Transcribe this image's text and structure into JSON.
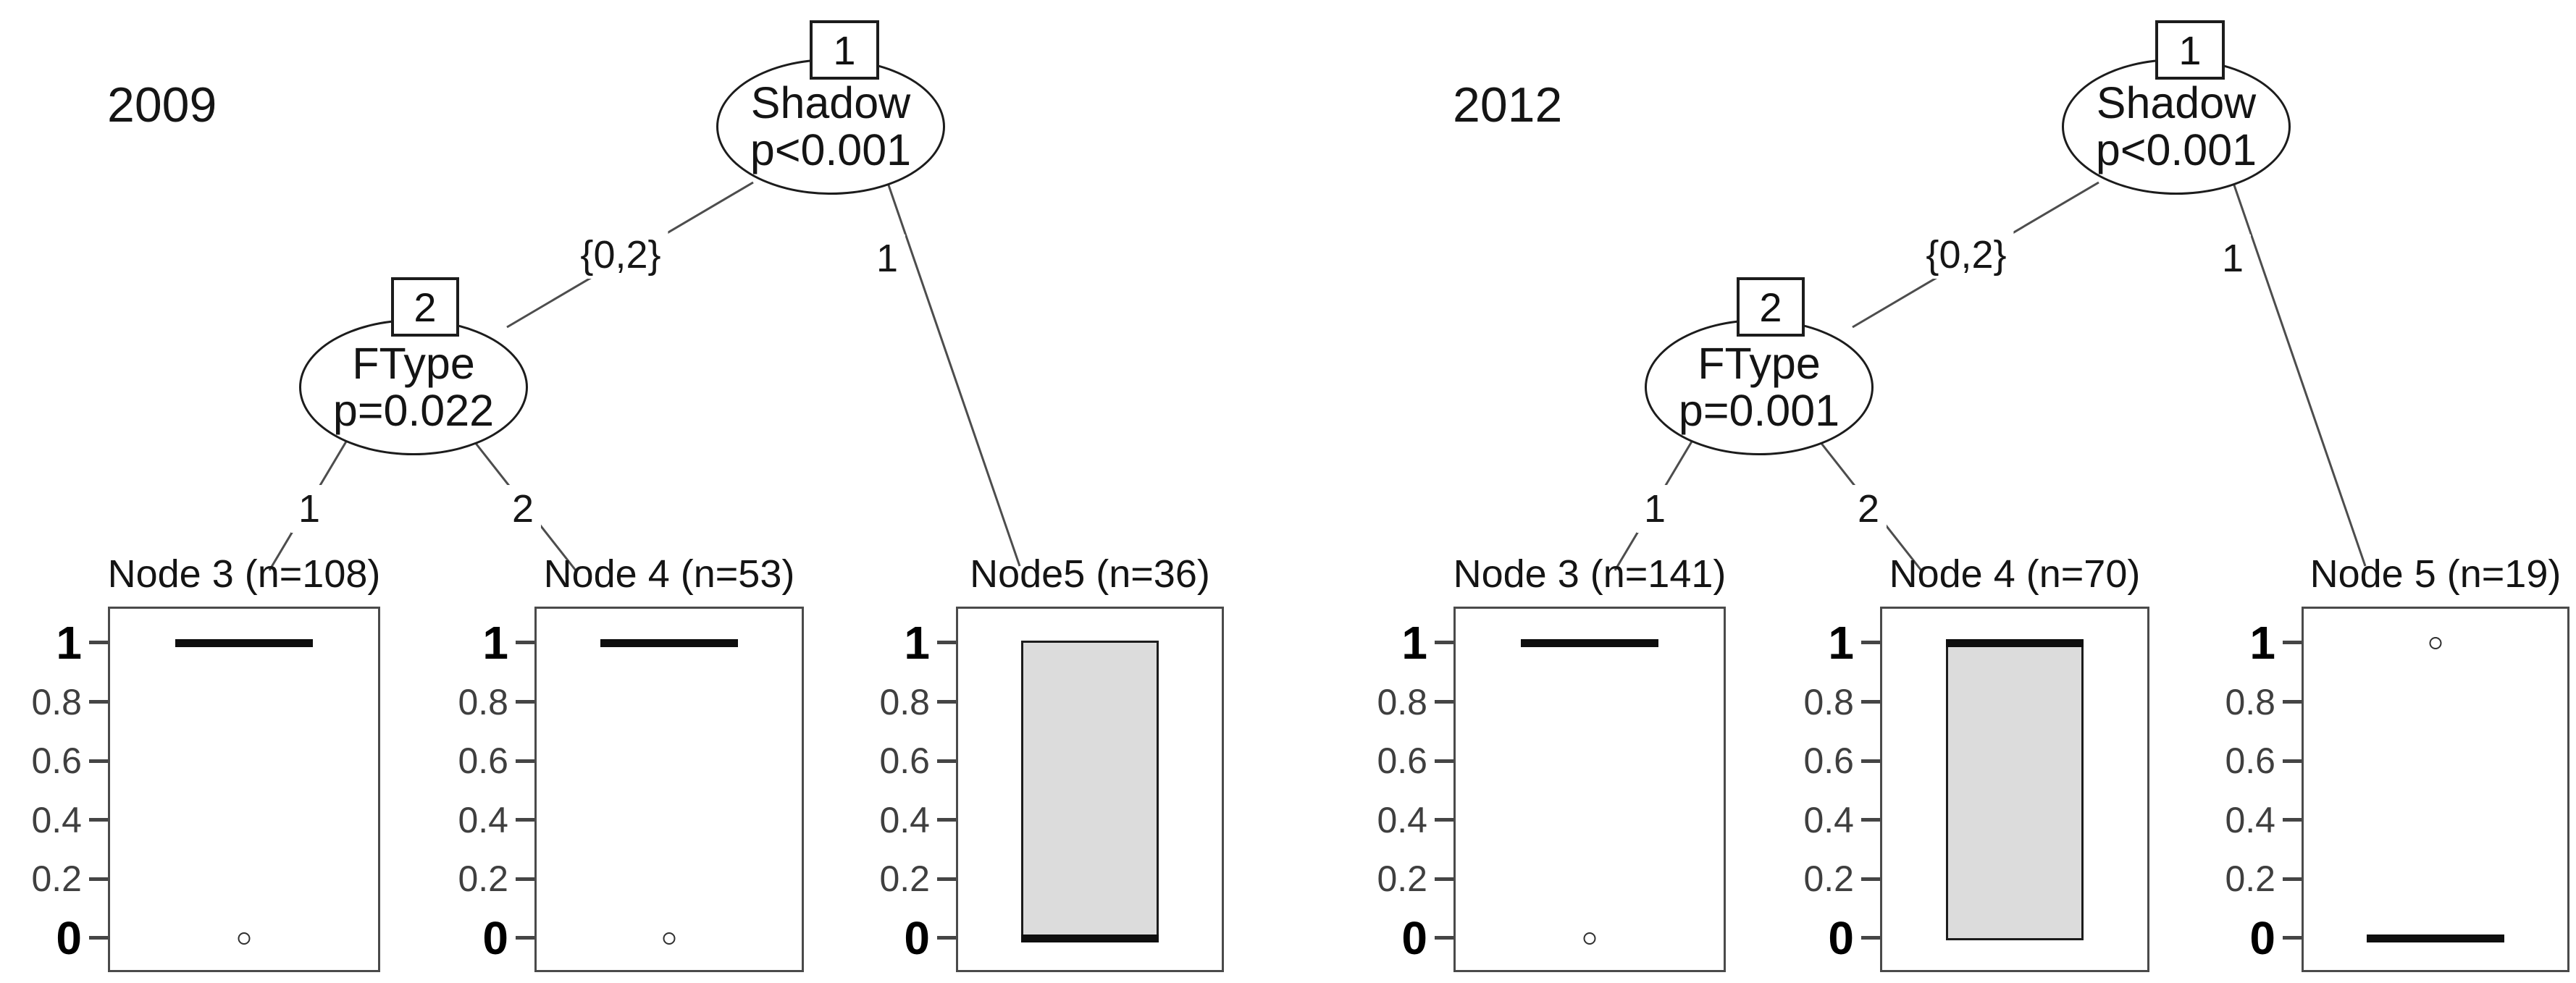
{
  "figure": {
    "axis_ticks": [
      {
        "label": "1",
        "value": 1,
        "major": true
      },
      {
        "label": "0.8",
        "value": 0.8,
        "major": false
      },
      {
        "label": "0.6",
        "value": 0.6,
        "major": false
      },
      {
        "label": "0.4",
        "value": 0.4,
        "major": false
      },
      {
        "label": "0.2",
        "value": 0.2,
        "major": false
      },
      {
        "label": "0",
        "value": 0,
        "major": true
      }
    ],
    "trees": [
      {
        "year": "2009",
        "node1": {
          "id": "1",
          "variable": "Shadow",
          "p": "p<0.001"
        },
        "node2": {
          "id": "2",
          "variable": "FType",
          "p": "p=0.022"
        },
        "edge_labels": {
          "to_node2": "{0,2}",
          "to_node5": "1",
          "to_node3": "1",
          "to_node4": "2"
        },
        "node3": {
          "title": "Node 3 (n=108)"
        },
        "node4": {
          "title": "Node 4 (n=53)"
        },
        "node5": {
          "title": "Node5 (n=36)"
        }
      },
      {
        "year": "2012",
        "node1": {
          "id": "1",
          "variable": "Shadow",
          "p": "p<0.001"
        },
        "node2": {
          "id": "2",
          "variable": "FType",
          "p": "p=0.001"
        },
        "edge_labels": {
          "to_node2": "{0,2}",
          "to_node5": "1",
          "to_node3": "1",
          "to_node4": "2"
        },
        "node3": {
          "title": "Node 3 (n=141)"
        },
        "node4": {
          "title": "Node 4 (n=70)"
        },
        "node5": {
          "title": "Node 5 (n=19)"
        }
      }
    ]
  },
  "chart_data": [
    {
      "type": "boxplot",
      "title": "2009",
      "tree_type": "conditional inference tree",
      "root_node": {
        "id": 1,
        "variable": "Shadow",
        "p_value": "p<0.001",
        "branches": [
          {
            "label": "{0,2}",
            "to": "node 2"
          },
          {
            "label": "1",
            "to": "node 5"
          }
        ]
      },
      "split_node": {
        "id": 2,
        "variable": "FType",
        "p_value": "p=0.022",
        "branches": [
          {
            "label": "1",
            "to": "node 3"
          },
          {
            "label": "2",
            "to": "node 4"
          }
        ]
      },
      "ylim": [
        0,
        1
      ],
      "yticks": [
        0,
        0.2,
        0.4,
        0.6,
        0.8,
        1
      ],
      "terminal_nodes": [
        {
          "label": "Node 3 (n=108)",
          "n": 108,
          "boxplot": {
            "median": 1,
            "q1": 1,
            "q3": 1,
            "whisker_low": 1,
            "whisker_high": 1,
            "outliers": [
              0
            ]
          }
        },
        {
          "label": "Node 4 (n=53)",
          "n": 53,
          "boxplot": {
            "median": 1,
            "q1": 1,
            "q3": 1,
            "whisker_low": 1,
            "whisker_high": 1,
            "outliers": [
              0
            ]
          }
        },
        {
          "label": "Node5 (n=36)",
          "n": 36,
          "boxplot": {
            "median": 0,
            "q1": 0,
            "q3": 1,
            "whisker_low": 0,
            "whisker_high": 1,
            "outliers": []
          }
        }
      ]
    },
    {
      "type": "boxplot",
      "title": "2012",
      "tree_type": "conditional inference tree",
      "root_node": {
        "id": 1,
        "variable": "Shadow",
        "p_value": "p<0.001",
        "branches": [
          {
            "label": "{0,2}",
            "to": "node 2"
          },
          {
            "label": "1",
            "to": "node 5"
          }
        ]
      },
      "split_node": {
        "id": 2,
        "variable": "FType",
        "p_value": "p=0.001",
        "branches": [
          {
            "label": "1",
            "to": "node 3"
          },
          {
            "label": "2",
            "to": "node 4"
          }
        ]
      },
      "ylim": [
        0,
        1
      ],
      "yticks": [
        0,
        0.2,
        0.4,
        0.6,
        0.8,
        1
      ],
      "terminal_nodes": [
        {
          "label": "Node 3 (n=141)",
          "n": 141,
          "boxplot": {
            "median": 1,
            "q1": 1,
            "q3": 1,
            "whisker_low": 1,
            "whisker_high": 1,
            "outliers": [
              0
            ]
          }
        },
        {
          "label": "Node 4 (n=70)",
          "n": 70,
          "boxplot": {
            "median": 1,
            "q1": 0,
            "q3": 1,
            "whisker_low": 0,
            "whisker_high": 1,
            "outliers": []
          }
        },
        {
          "label": "Node 5 (n=19)",
          "n": 19,
          "boxplot": {
            "median": 0,
            "q1": 0,
            "q3": 0,
            "whisker_low": 0,
            "whisker_high": 0,
            "outliers": [
              1
            ]
          }
        }
      ]
    }
  ]
}
